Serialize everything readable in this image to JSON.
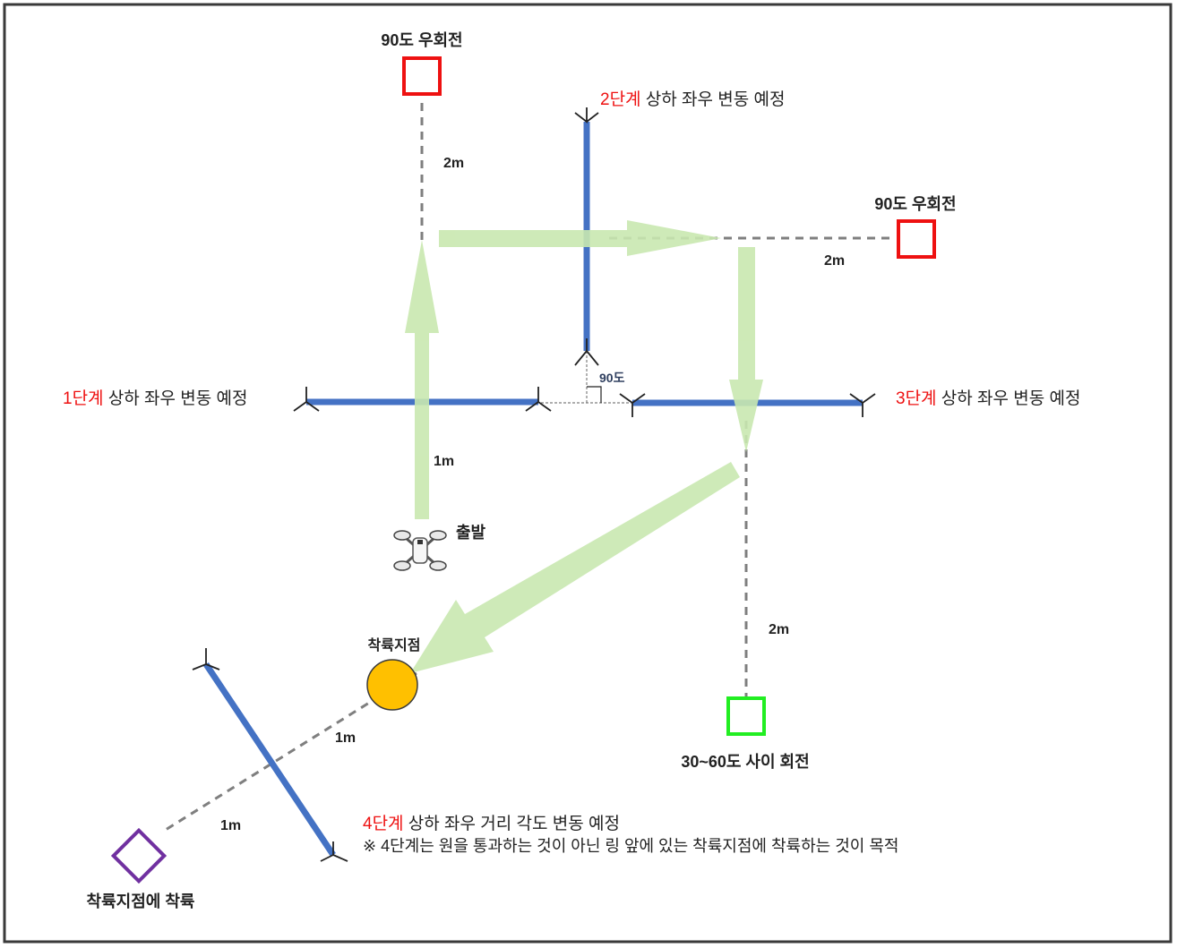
{
  "colors": {
    "frame": "#3a3a3a",
    "ring_line": "#4472c4",
    "arrow": "#c9e8b0",
    "dashed": "#7f7f7f",
    "square_red": "#ee1111",
    "square_green": "#22ee22",
    "square_purple": "#7030a0",
    "landing_circle": "#ffc000",
    "stage_red": "#ee1111",
    "text": "#222222"
  },
  "labels": {
    "turn_right_top": "90도 우회전",
    "turn_right_mid": "90도 우회전",
    "rotate_30_60": "30~60도 사이 회전",
    "start": "출발",
    "landing_point": "착륙지점",
    "land_on_point": "착륙지점에 착륙",
    "angle_90": "90도"
  },
  "distances": {
    "d_top": "2m",
    "d_right": "2m",
    "d_down": "2m",
    "d_start": "1m",
    "d_circle": "1m",
    "d_purple": "1m"
  },
  "stages": {
    "stage1": {
      "num": "1단계",
      "text": " 상하 좌우 변동 예정"
    },
    "stage2": {
      "num": "2단계",
      "text": " 상하 좌우 변동 예정"
    },
    "stage3": {
      "num": "3단계",
      "text": " 상하 좌우 변동 예정"
    },
    "stage4": {
      "num": "4단계",
      "text": " 상하 좌우 거리 각도 변동 예정"
    },
    "note": "※ 4단계는 원을 통과하는 것이 아닌 링 앞에 있는 착륙지점에 착륙하는 것이 목적"
  },
  "icons": [
    "drone-icon",
    "tripod-stand-icon"
  ]
}
